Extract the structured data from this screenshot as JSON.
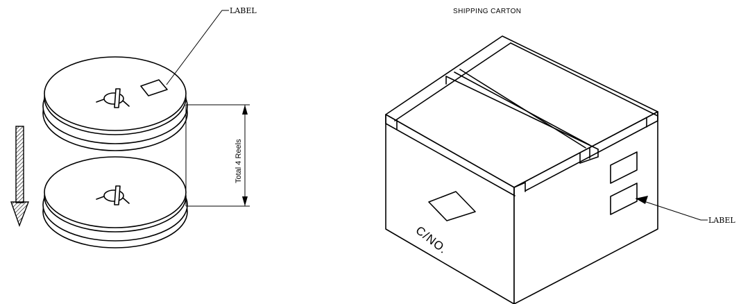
{
  "reels": {
    "label_callout": "LABEL",
    "dimension_text": "Total 4 Reels"
  },
  "carton": {
    "title": "SHIPPING CARTON",
    "label_callout": "LABEL",
    "box_marking": "C/NO."
  }
}
